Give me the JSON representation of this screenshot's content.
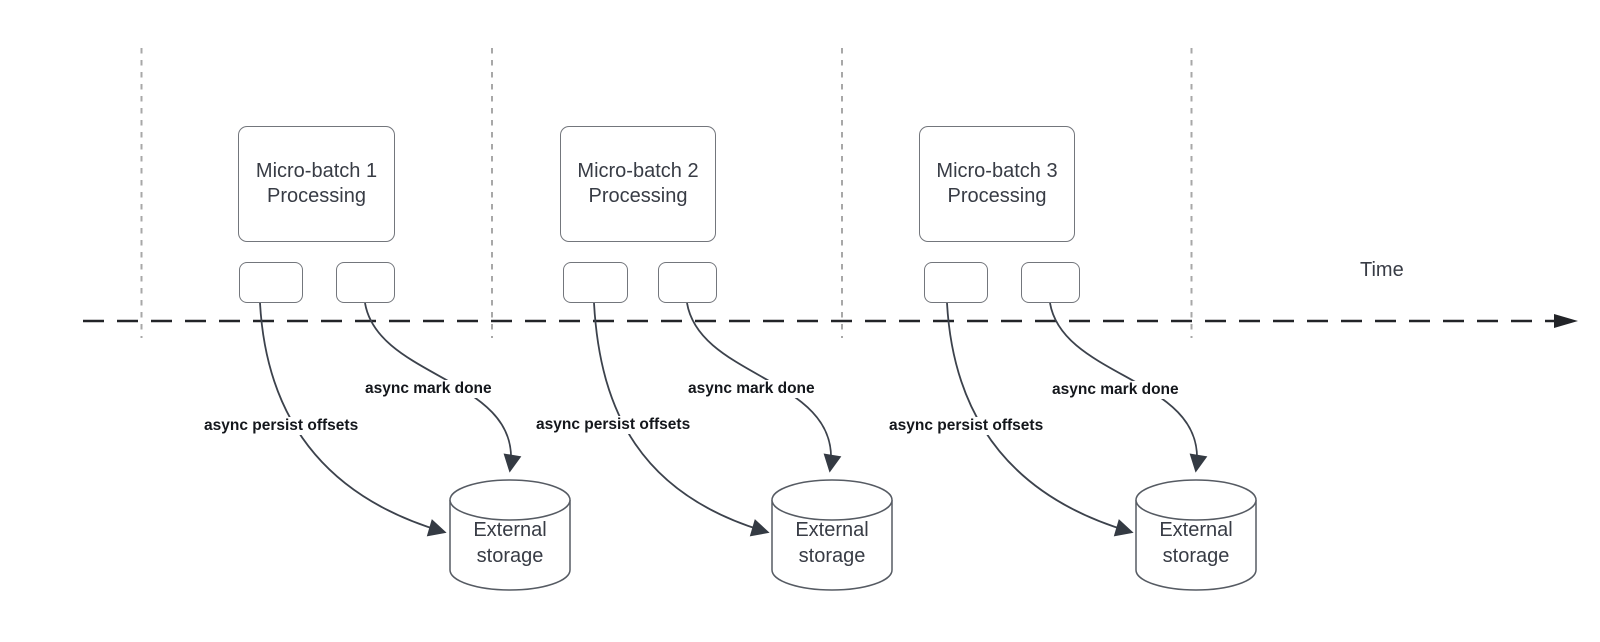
{
  "timeline": {
    "label": "Time"
  },
  "sections": [
    {
      "title_line1": "Micro-batch 1",
      "title_line2": "Processing",
      "persist_arrow_label": "async persist offsets",
      "done_arrow_label": "async mark done",
      "storage_line1": "External",
      "storage_line2": "storage"
    },
    {
      "title_line1": "Micro-batch 2",
      "title_line2": "Processing",
      "persist_arrow_label": "async persist offsets",
      "done_arrow_label": "async mark done",
      "storage_line1": "External",
      "storage_line2": "storage"
    },
    {
      "title_line1": "Micro-batch 3",
      "title_line2": "Processing",
      "persist_arrow_label": "async persist offsets",
      "done_arrow_label": "async mark done",
      "storage_line1": "External",
      "storage_line2": "storage"
    }
  ],
  "colors": {
    "background": "#ffffff",
    "node_border": "#73767c",
    "connector": "#3c424c",
    "arrowhead": "#343a43",
    "timeline": "#222428",
    "guide_line": "#a8a8a8",
    "node_text": "#383c45",
    "label_text": "#14171c"
  }
}
